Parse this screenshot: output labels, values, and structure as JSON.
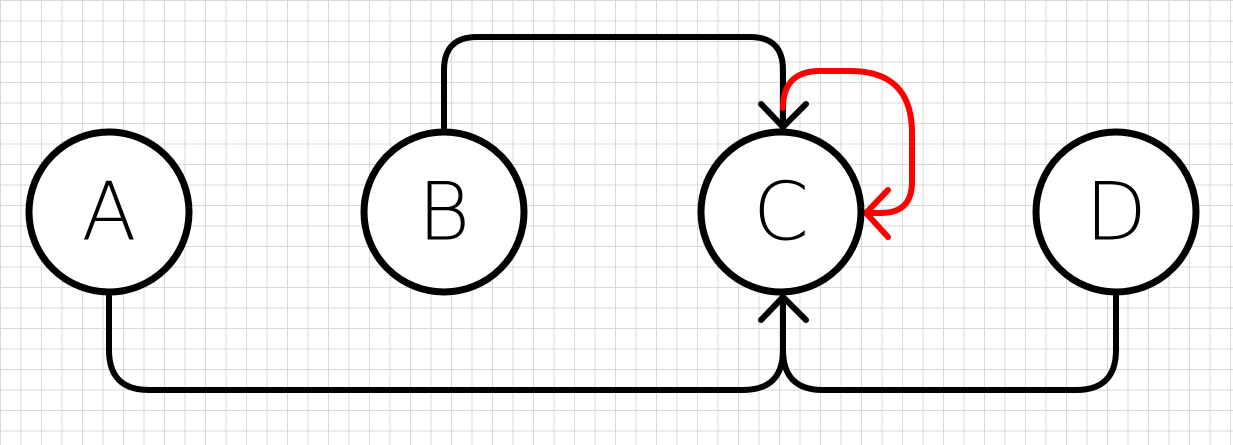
{
  "colors": {
    "default_edge": "#000000",
    "highlight_edge": "#ff0000",
    "node_stroke": "#000000",
    "node_fill": "#ffffff",
    "label": "#000000"
  },
  "nodes": [
    {
      "id": "A",
      "label": "A"
    },
    {
      "id": "B",
      "label": "B"
    },
    {
      "id": "C",
      "label": "C"
    },
    {
      "id": "D",
      "label": "D"
    }
  ],
  "edges": [
    {
      "from": "B",
      "to": "C",
      "highlight": false
    },
    {
      "from": "C",
      "to": "C",
      "highlight": true
    },
    {
      "from": "A",
      "to": "C",
      "highlight": false
    },
    {
      "from": "D",
      "to": "C",
      "highlight": false
    }
  ]
}
